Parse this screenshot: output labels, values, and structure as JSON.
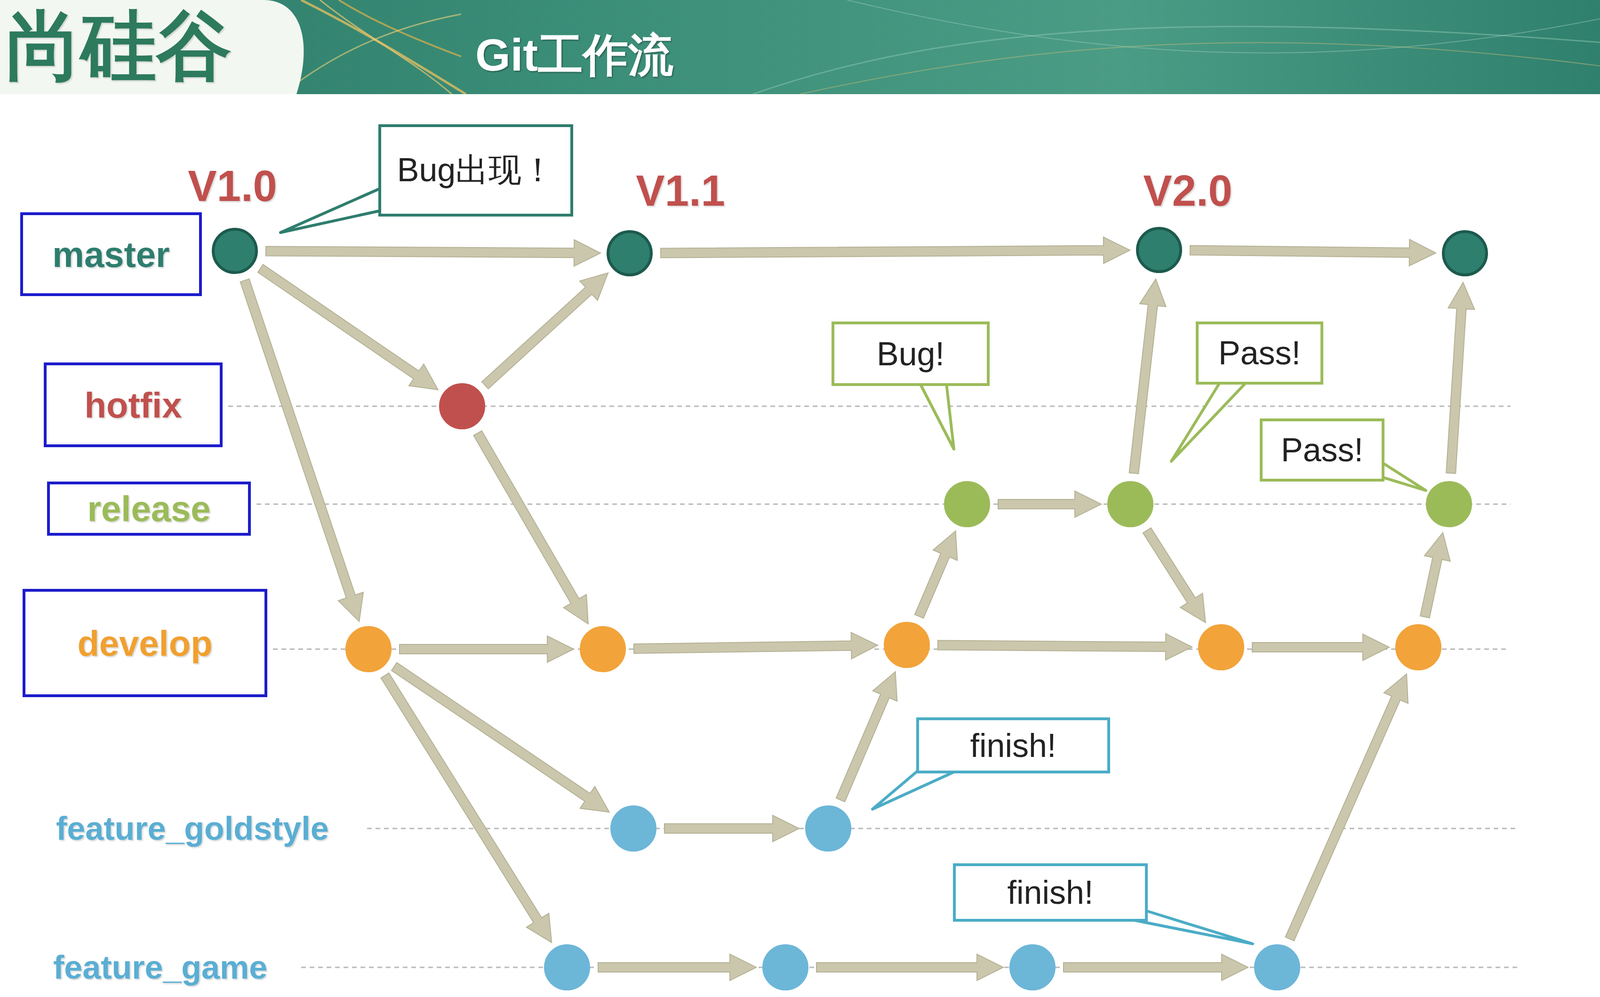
{
  "diagram": {
    "title": "Git工作流",
    "nodes": [
      {
        "text": [
          "master"
        ]
      },
      {
        "text": [
          "Bug出现！"
        ]
      },
      {
        "text": [
          "hotfix"
        ]
      },
      {
        "text": [
          "Bug!"
        ]
      },
      {
        "text": [
          "Pass!"
        ]
      },
      {
        "text": [
          "release"
        ]
      },
      {
        "text": [
          "Pass!"
        ]
      },
      {
        "text": [
          "develop"
        ]
      },
      {
        "text": [
          "finish!"
        ]
      },
      {
        "text": [
          "finish!"
        ]
      }
    ],
    "labels": [
      "尚硅谷",
      "V1.0",
      "V1.1",
      "V2.0",
      "feature_goldstyle",
      "feature_game"
    ]
  }
}
